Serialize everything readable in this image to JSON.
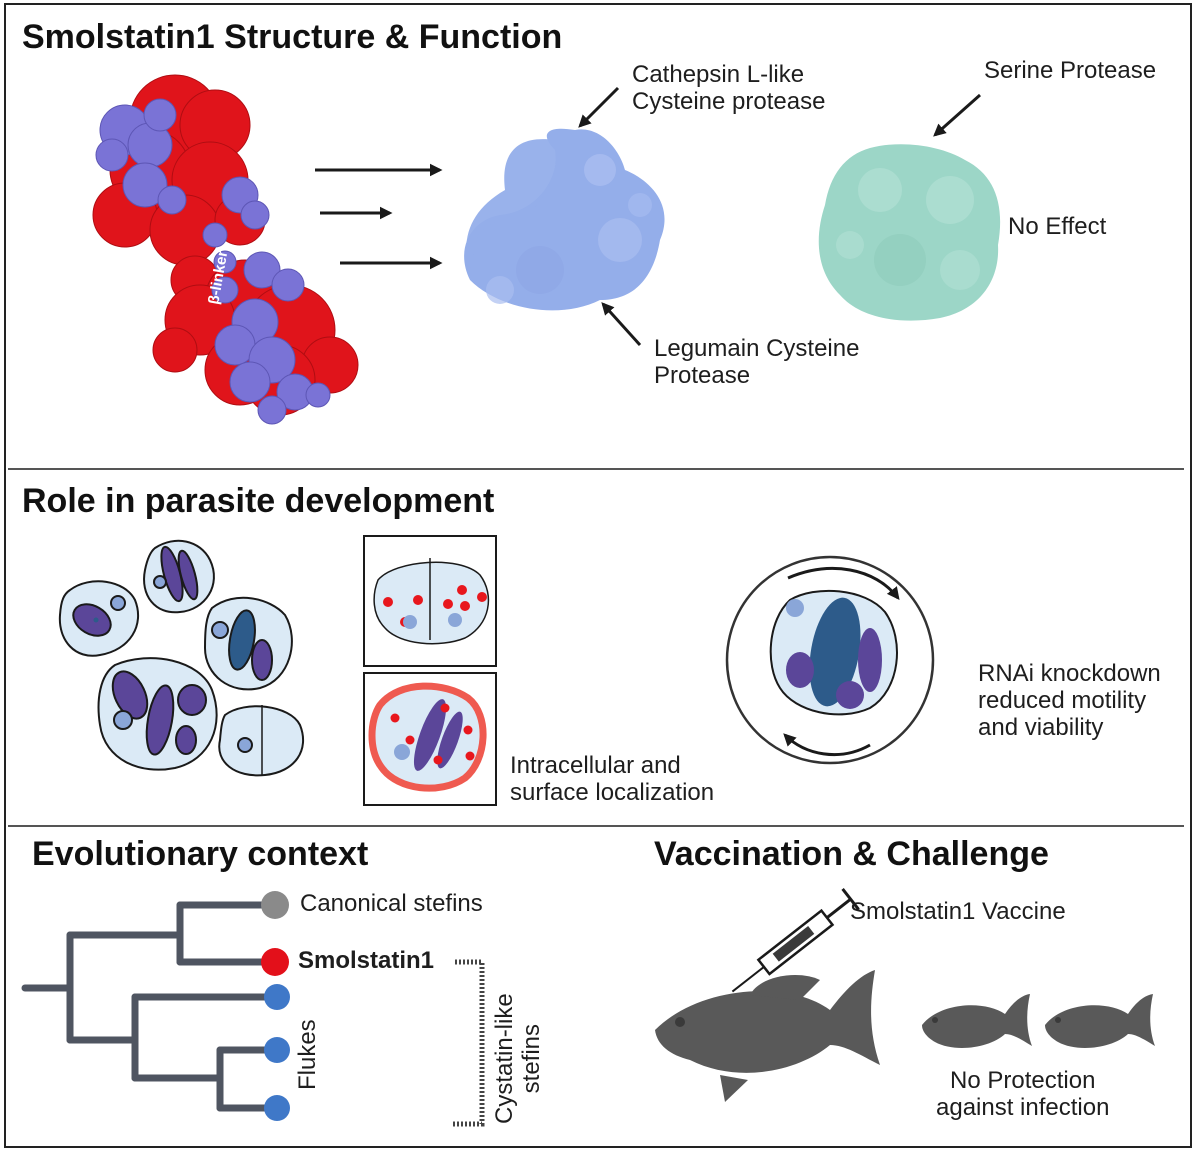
{
  "section1": {
    "title": "Smolstatin1 Structure & Function",
    "linker_label": "β-linker",
    "cathepsin_label": "Cathepsin L-like\nCysteine protease",
    "legumain_label": "Legumain Cysteine\nProtease",
    "serine_label": "Serine Protease",
    "no_effect_label": "No Effect",
    "colors": {
      "structure_red": "#e0141b",
      "structure_blue": "#7a73d6",
      "cysteine_protease": "#94aeea",
      "serine_protease": "#9cd6c7"
    }
  },
  "section2": {
    "title": "Role in parasite development",
    "localization_label": "Intracellular and\nsurface localization",
    "rnai_label": "RNAi knockdown\nreduced motility\nand viability",
    "colors": {
      "cell_dark": "#5b4699",
      "cell_navy": "#2d5b8a",
      "cell_light": "#dbeaf6",
      "marker_red": "#e8171d",
      "surface_outline": "#ef5a50"
    }
  },
  "section3": {
    "title": "Evolutionary context",
    "canonical_label": "Canonical stefins",
    "smolstatin_label": "Smolstatin1",
    "flukes_label": "Flukes",
    "cystatin_label": "Cystatin-like\nstefins",
    "colors": {
      "tree": "#4f5561",
      "canonical_node": "#8a8a8a",
      "smolstatin_node": "#e3101a",
      "fluke_node": "#3f78c8"
    }
  },
  "section4": {
    "title": "Vaccination & Challenge",
    "vaccine_label": "Smolstatin1 Vaccine",
    "outcome_label": "No Protection\nagainst infection",
    "colors": {
      "fish": "#595959",
      "fish_dark": "#3a3a3a"
    }
  }
}
